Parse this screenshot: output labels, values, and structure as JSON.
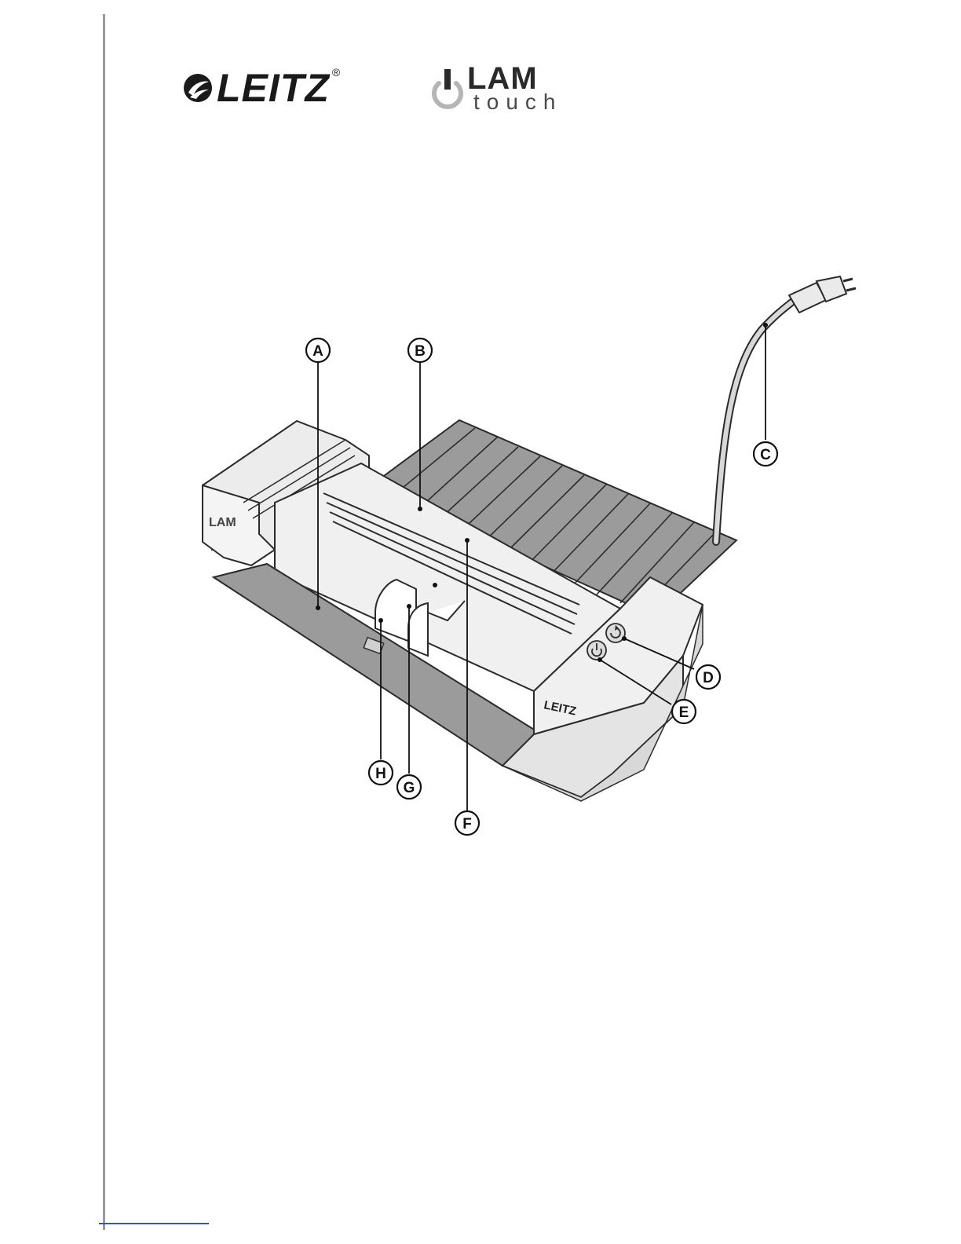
{
  "brand": {
    "leitz_wordmark": "LEITZ",
    "registered_mark": "®",
    "product_line": "LAM",
    "product_variant": "touch",
    "device_label": "LEITZ"
  },
  "callouts": [
    {
      "id": "a",
      "letter": "A"
    },
    {
      "id": "b",
      "letter": "B"
    },
    {
      "id": "c",
      "letter": "C"
    },
    {
      "id": "d",
      "letter": "D"
    },
    {
      "id": "e",
      "letter": "E"
    },
    {
      "id": "f",
      "letter": "F"
    },
    {
      "id": "g",
      "letter": "G"
    },
    {
      "id": "h",
      "letter": "H"
    }
  ],
  "icons": {
    "brand_mark": "leitz-swirl-icon",
    "power_symbol": "power-icon",
    "reverse_button": "reverse-icon",
    "power_button": "power-icon"
  },
  "colors": {
    "body": "#ececec",
    "tray": "#9b9b9b",
    "outline": "#2b2b2b",
    "margin_line": "#9a9a9a",
    "footer_rule": "#3a4fd0"
  }
}
